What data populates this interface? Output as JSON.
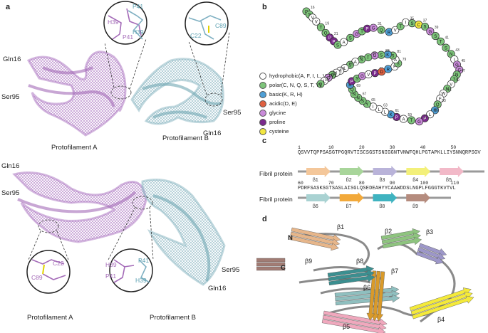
{
  "panels": {
    "a": "a",
    "b": "b",
    "c": "c",
    "d": "d"
  },
  "top_map": {
    "labels": {
      "gln16_left": "Gln16",
      "ser95_left": "Ser95",
      "ser95_right": "Ser95",
      "gln16_right": "Gln16",
      "protofilament_a": "Protofilament A",
      "protofilament_b": "Protofilament B"
    },
    "inset1": {
      "p41": "P41",
      "h39_right": "H39",
      "h39_left": "H39",
      "p41_left": "P41"
    },
    "inset2": {
      "c89": "C89",
      "c22": "C22"
    }
  },
  "bottom_map": {
    "labels": {
      "gln16_left": "Gln16",
      "ser95_left": "Ser95",
      "ser95_right": "Ser95",
      "gln16_right": "Gln16",
      "protofilament_a": "Protofilament A",
      "protofilament_b": "Protofilament B"
    },
    "inset1": {
      "c22": "C22",
      "c89": "C89"
    },
    "inset2": {
      "h39": "H39",
      "p41_left": "P41",
      "p41_right": "P41",
      "h39_right": "H39"
    }
  },
  "legend": [
    {
      "label": "hydrophobic(A, F, I, L, V, W)",
      "color": "#ffffff"
    },
    {
      "label": "polar(C, N, Q, S, T, Y)",
      "color": "#7dc47a"
    },
    {
      "label": "basic(K, R, H)",
      "color": "#4f9fd6"
    },
    {
      "label": "acidic(D, E)",
      "color": "#e06040"
    },
    {
      "label": "glycine",
      "color": "#c98bd9"
    },
    {
      "label": "proline",
      "color": "#7a2a8c"
    },
    {
      "label": "cysteine",
      "color": "#f2e640"
    }
  ],
  "sequence": {
    "ticks1": "1          10         20         30         40         50",
    "line1": "QSVVTQPPSASGTPGQRVTISCSGSTSNIGGNTVNWFQHLPGTAPKLLIYSNNQRPSGV",
    "ticks2": "60         70         80         90         100        110",
    "line2": "PDRFSASKSGTSASLAISGLQSEDEAHYYCAAWDDSLNGPLFGGGTKVTVL",
    "row_label": "Fibril protein",
    "strands1": [
      {
        "label": "β1",
        "color": "#f4c79a"
      },
      {
        "label": "β2",
        "color": "#a8d59a"
      },
      {
        "label": "β3",
        "color": "#b9b3d9"
      },
      {
        "label": "β4",
        "color": "#f3f07a"
      },
      {
        "label": "β5",
        "color": "#f2b9c8"
      }
    ],
    "strands2": [
      {
        "label": "β6",
        "color": "#a9d2d2"
      },
      {
        "label": "β7",
        "color": "#f2a93a"
      },
      {
        "label": "β8",
        "color": "#3fb3c0"
      },
      {
        "label": "β9",
        "color": "#b58c7e"
      }
    ]
  },
  "ribbon": {
    "n_term": "N",
    "c_term": "C",
    "strands": [
      {
        "label": "β1",
        "color": "#e7b68a"
      },
      {
        "label": "β2",
        "color": "#8ec47f"
      },
      {
        "label": "β3",
        "color": "#9d97c9"
      },
      {
        "label": "β4",
        "color": "#f4ea3a"
      },
      {
        "label": "β5",
        "color": "#f0a8bd"
      },
      {
        "label": "β6",
        "color": "#8fbfbf"
      },
      {
        "label": "β7",
        "color": "#d99a2a"
      },
      {
        "label": "β8",
        "color": "#3b8f90"
      },
      {
        "label": "β9",
        "color": "#a27c74"
      }
    ]
  },
  "residues": [
    [
      "Q",
      "#7dc47a",
      20,
      "16"
    ],
    [
      "S",
      "#7dc47a",
      17,
      ""
    ],
    [
      "V",
      "#ffffff",
      18,
      ""
    ],
    [
      "V",
      "#ffffff",
      19,
      ""
    ],
    [
      "T",
      "#7dc47a",
      20,
      "19"
    ],
    [
      "Q",
      "#7dc47a",
      21,
      ""
    ],
    [
      "P",
      "#7a2a8c",
      22,
      "21"
    ],
    [
      "P",
      "#7a2a8c",
      23,
      ""
    ],
    [
      "S",
      "#7dc47a",
      24,
      "23"
    ],
    [
      "A",
      "#ffffff",
      25,
      ""
    ],
    [
      "S",
      "#7dc47a",
      26,
      ""
    ],
    [
      "G",
      "#c98bd9",
      27,
      "27"
    ],
    [
      "T",
      "#7dc47a",
      28,
      ""
    ],
    [
      "P",
      "#7a2a8c",
      29,
      ""
    ],
    [
      "G",
      "#c98bd9",
      30,
      "31"
    ],
    [
      "Q",
      "#7dc47a",
      31,
      ""
    ],
    [
      "R",
      "#4f9fd6",
      32,
      ""
    ],
    [
      "V",
      "#ffffff",
      33,
      "33"
    ],
    [
      "T",
      "#7dc47a",
      34,
      ""
    ],
    [
      "I",
      "#ffffff",
      35,
      "35"
    ],
    [
      "S",
      "#7dc47a",
      36,
      ""
    ],
    [
      "C",
      "#f2e640",
      37,
      "37"
    ],
    [
      "S",
      "#7dc47a",
      38,
      ""
    ],
    [
      "G",
      "#c98bd9",
      39,
      "39"
    ],
    [
      "S",
      "#7dc47a",
      40,
      ""
    ],
    [
      "T",
      "#7dc47a",
      41,
      "41"
    ],
    [
      "S",
      "#7dc47a",
      42,
      ""
    ],
    [
      "N",
      "#7dc47a",
      43,
      "43"
    ],
    [
      "I",
      "#ffffff",
      44,
      ""
    ],
    [
      "G",
      "#c98bd9",
      45,
      "45"
    ],
    [
      "G",
      "#c98bd9",
      46,
      ""
    ],
    [
      "N",
      "#7dc47a",
      47,
      "47"
    ],
    [
      "T",
      "#7dc47a",
      48,
      ""
    ],
    [
      "V",
      "#ffffff",
      49,
      "49"
    ],
    [
      "N",
      "#7dc47a",
      50,
      ""
    ],
    [
      "W",
      "#ffffff",
      51,
      "51"
    ],
    [
      "F",
      "#ffffff",
      52,
      ""
    ],
    [
      "Q",
      "#7dc47a",
      53,
      "53"
    ],
    [
      "H",
      "#4f9fd6",
      54,
      ""
    ],
    [
      "L",
      "#ffffff",
      55,
      "55"
    ],
    [
      "P",
      "#7a2a8c",
      56,
      ""
    ],
    [
      "G",
      "#c98bd9",
      57,
      "57"
    ],
    [
      "T",
      "#7dc47a",
      58,
      ""
    ],
    [
      "A",
      "#ffffff",
      59,
      "59"
    ],
    [
      "P",
      "#7a2a8c",
      60,
      ""
    ],
    [
      "K",
      "#4f9fd6",
      61,
      "61"
    ],
    [
      "L",
      "#ffffff",
      62,
      ""
    ],
    [
      "L",
      "#ffffff",
      63,
      "63"
    ],
    [
      "I",
      "#ffffff",
      64,
      ""
    ],
    [
      "Y",
      "#7dc47a",
      65,
      "65"
    ],
    [
      "S",
      "#7dc47a",
      66,
      ""
    ],
    [
      "N",
      "#7dc47a",
      67,
      "67"
    ],
    [
      "N",
      "#7dc47a",
      68,
      ""
    ],
    [
      "Q",
      "#7dc47a",
      69,
      "69"
    ],
    [
      "R",
      "#4f9fd6",
      70,
      ""
    ],
    [
      "P",
      "#7a2a8c",
      71,
      "71"
    ],
    [
      "S",
      "#7dc47a",
      72,
      ""
    ],
    [
      "G",
      "#c98bd9",
      73,
      "73"
    ],
    [
      "V",
      "#ffffff",
      74,
      ""
    ],
    [
      "P",
      "#7a2a8c",
      75,
      "75"
    ],
    [
      "D",
      "#e06040",
      76,
      ""
    ],
    [
      "R",
      "#4f9fd6",
      77,
      "77"
    ],
    [
      "F",
      "#ffffff",
      78,
      ""
    ],
    [
      "S",
      "#7dc47a",
      79,
      "79"
    ],
    [
      "A",
      "#ffffff",
      80,
      ""
    ],
    [
      "S",
      "#7dc47a",
      81,
      "81"
    ],
    [
      "K",
      "#4f9fd6",
      82,
      ""
    ],
    [
      "S",
      "#7dc47a",
      83,
      "83"
    ],
    [
      "G",
      "#c98bd9",
      84,
      ""
    ],
    [
      "T",
      "#7dc47a",
      85,
      "85"
    ],
    [
      "S",
      "#7dc47a",
      86,
      ""
    ],
    [
      "A",
      "#ffffff",
      87,
      "87"
    ],
    [
      "S",
      "#7dc47a",
      88,
      ""
    ],
    [
      "L",
      "#ffffff",
      89,
      "89"
    ],
    [
      "A",
      "#ffffff",
      90,
      ""
    ],
    [
      "I",
      "#ffffff",
      91,
      "91"
    ],
    [
      "S",
      "#7dc47a",
      92,
      ""
    ],
    [
      "G",
      "#c98bd9",
      93,
      "93"
    ],
    [
      "L",
      "#ffffff",
      94,
      ""
    ],
    [
      "Q",
      "#7dc47a",
      95,
      "95"
    ]
  ]
}
